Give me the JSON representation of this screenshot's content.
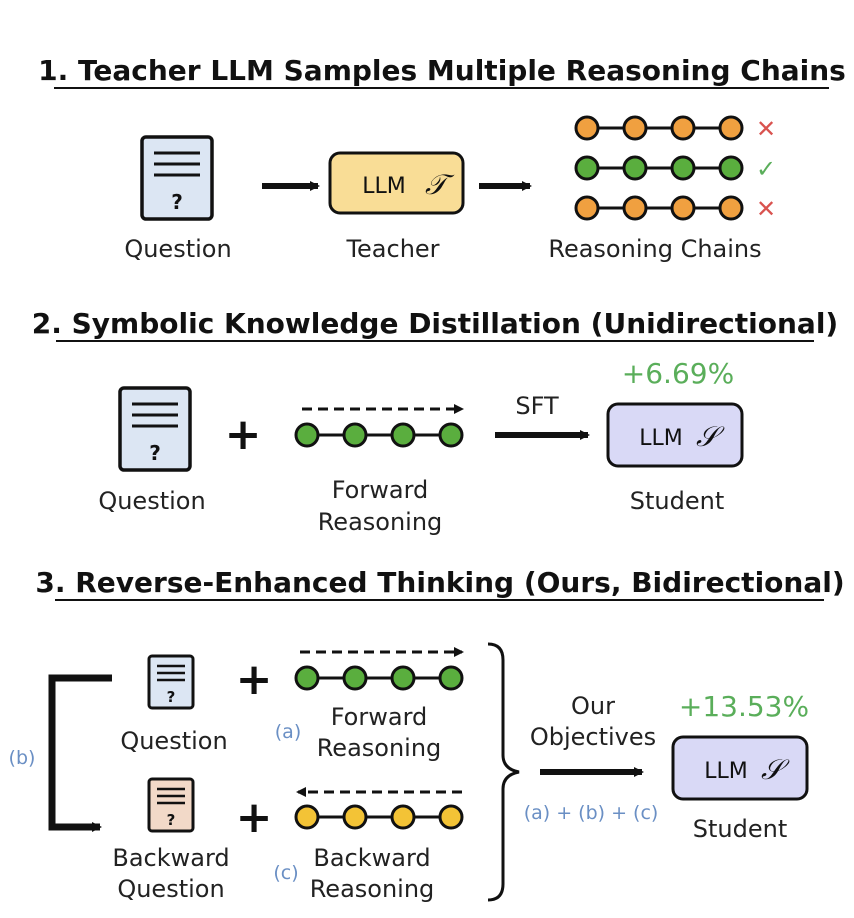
{
  "section1": {
    "title": "1. Teacher LLM Samples Multiple Reasoning Chains",
    "question_label": "Question",
    "teacher_box": "LLM",
    "teacher_symbol": "𝒯",
    "teacher_label": "Teacher",
    "chains_label": "Reasoning Chains",
    "wrong_mark": "✕",
    "right_mark": "✓"
  },
  "section2": {
    "title": "2. Symbolic Knowledge Distillation (Unidirectional)",
    "question_label": "Question",
    "plus": "+",
    "forward_label_1": "Forward",
    "forward_label_2": "Reasoning",
    "sft_label": "SFT",
    "gain": "+6.69%",
    "student_box": "LLM",
    "student_symbol": "𝒮",
    "student_label": "Student"
  },
  "section3": {
    "title": "3. Reverse-Enhanced Thinking (Ours, Bidirectional)",
    "b_tag": "(b)",
    "question_label": "Question",
    "plus": "+",
    "a_tag": "(a)",
    "forward_label_1": "Forward",
    "forward_label_2": "Reasoning",
    "backward_question_1": "Backward",
    "backward_question_2": "Question",
    "c_tag": "(c)",
    "backward_label_1": "Backward",
    "backward_label_2": "Reasoning",
    "objectives_1": "Our",
    "objectives_2": "Objectives",
    "objectives_formula": "(a) + (b) + (c)",
    "gain": "+13.53%",
    "student_box": "LLM",
    "student_symbol": "𝒮",
    "student_label": "Student"
  },
  "colors": {
    "orange_node": "#f0a040",
    "green_node": "#5aae3e",
    "yellow_node": "#f3c336",
    "teacher_fill": "#f9dd96",
    "student_fill": "#d9d9f6",
    "doc_fill": "#dce6f3",
    "backward_doc_fill": "#f2d9c8",
    "gain_green": "#5aae5a",
    "tag_blue": "#6a8fc4",
    "wrong_red": "#d9534f"
  }
}
